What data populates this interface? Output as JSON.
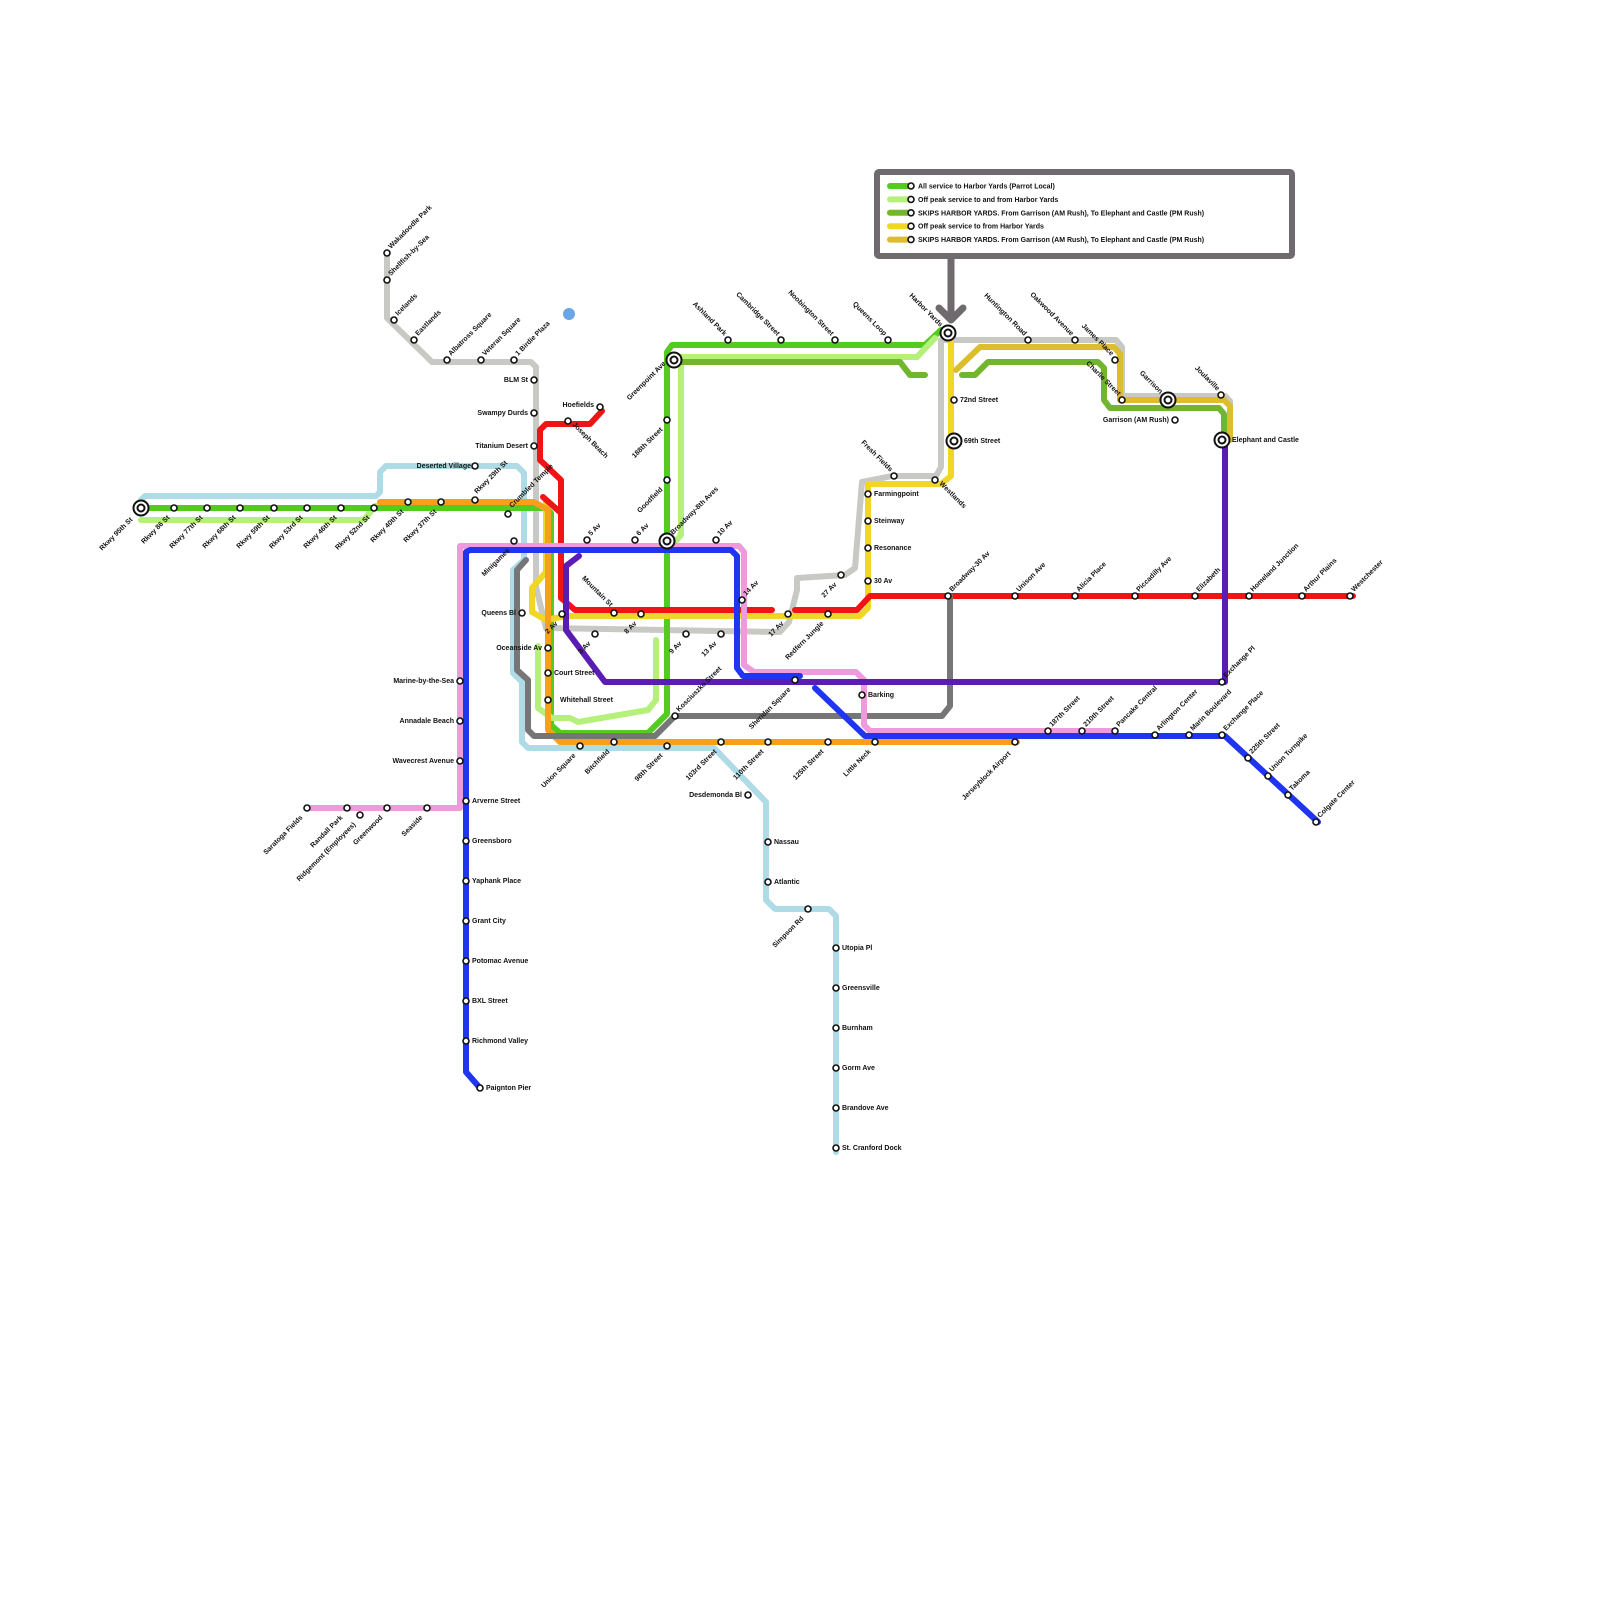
{
  "colors": {
    "green_local": "#54cc1f",
    "green_offpeak": "#b4f07a",
    "green_skip": "#72b52e",
    "yellow_offpeak": "#f2d626",
    "yellow_skip": "#dbbd2e",
    "red": "#f01414",
    "blue": "#1f35f0",
    "light_blue": "#aedbe6",
    "grey": "#c8c8c4",
    "dark_grey": "#767676",
    "orange": "#f99f1b",
    "pink": "#ee9bdb",
    "purple": "#5b1cb4",
    "legend_border": "#6e6a6e"
  },
  "legend": {
    "items": [
      {
        "label": "All service to Harbor Yards (Parrot Local)",
        "color": "#54cc1f"
      },
      {
        "label": "Off peak service to and from Harbor Yards",
        "color": "#b4f07a"
      },
      {
        "label": "SKIPS HARBOR YARDS. From Garrison (AM Rush), To Elephant and Castle (PM Rush)",
        "color": "#72b52e"
      },
      {
        "label": "Off peak service to from Harbor Yards",
        "color": "#f2d626"
      },
      {
        "label": "SKIPS HARBOR YARDS. From Garrison (AM Rush), To Elephant and Castle (PM Rush)",
        "color": "#dbbd2e"
      }
    ]
  },
  "stations": [
    "Rkwy 95th St",
    "Rkwy 86 St",
    "Rkwy 77th St",
    "Rkwy 68th St",
    "Rkwy 59th St",
    "Rkwy 53rd St",
    "Rkwy 46th St",
    "Rkwy 52nd St",
    "Rkwy 40th St",
    "Rkwy 37th St",
    "Rkwy 29th St",
    "Deserted Village",
    "Crumbled Temple",
    "Wakadoodle Park",
    "Shellfish-by-Sea",
    "Icelands",
    "Eastlands",
    "Albatross Square",
    "Veteran Square",
    "1 Birdie Plaza",
    "BLM St",
    "Swampy Durds",
    "Titanium Desert",
    "Hoefields",
    "Joseph Beach",
    "Minigames",
    "Queens Bl",
    "2 Av",
    "3 Av",
    "5 Av",
    "6 Av",
    "8 Av",
    "9 Av",
    "10 Av",
    "13 Av",
    "14 Av",
    "17 Av",
    "Mountain St",
    "Oceanside Av",
    "Court Street",
    "Whitehall Street",
    "Union Square",
    "Bitchfield",
    "98th Street",
    "103rd Street",
    "110th Street",
    "125th Street",
    "Little Neck",
    "Jerseyblock Airport",
    "Kosciuszko Street",
    "Sheridan Square",
    "Barking",
    "Desdemonda Bl",
    "Nassau",
    "Atlantic",
    "Simpson Rd",
    "Utopia Pl",
    "Greensville",
    "Burnham",
    "Gorm Ave",
    "Brandove Ave",
    "St. Cranford Dock",
    "Marine-by-the-Sea",
    "Annadale Beach",
    "Wavecrest Avenue",
    "Arverne Street",
    "Greensboro",
    "Yaphank Place",
    "Grant City",
    "Potomac Avenue",
    "BXL Street",
    "Richmond Valley",
    "Paignton Pier",
    "Saratoga Fields",
    "Randall Park",
    "Ridgemont (Employees)",
    "Greenwood",
    "Seaside",
    "Greenpoint Ave",
    "Ashland Park",
    "Cambridge Street",
    "Noobington Street",
    "Queens Loop",
    "Harbor Yards",
    "Huntington Road",
    "Oakwood Avenue",
    "James Place",
    "Charlie Street",
    "Garrison",
    "Garrison (AM Rush)",
    "Joulaville",
    "Elephant and Castle",
    "188th Street",
    "Goodfield",
    "Broadway-8th Aves",
    "72nd Street",
    "69th Street",
    "Fresh Fields",
    "Westlands",
    "Farmingpoint",
    "Steinway",
    "Resonance",
    "30 Av",
    "27 Av",
    "Redfern Jungle",
    "Broadway-30 Av",
    "Unison Ave",
    "Alicia Place",
    "Piccadilly Ave",
    "Elizabeth",
    "Homeland Junction",
    "Arthur Plains",
    "Westchester",
    "Exchange Pl",
    "187th Street",
    "210th Street",
    "Pancake Central",
    "Arlington Center",
    "Marin Boulevard",
    "Exchange Place",
    "225th Street",
    "Union Turnpike",
    "Takoma",
    "Colgate Center"
  ]
}
